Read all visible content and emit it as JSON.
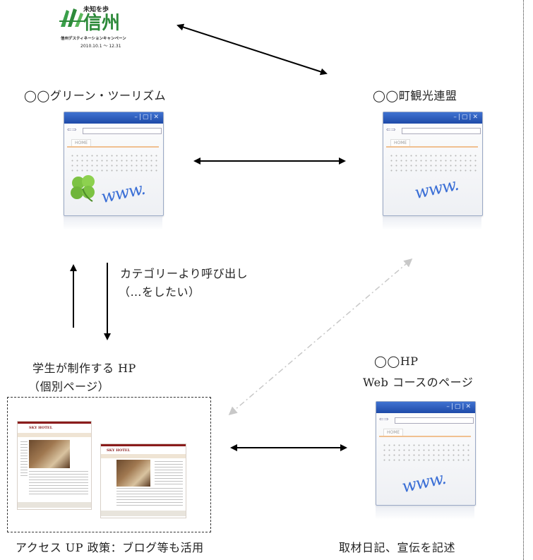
{
  "logo": {
    "top_text": "未知を歩",
    "big_text": "信州",
    "sub_text": "信州デスティネーションキャンペーン",
    "date_text": "2010.10.1 ～ 12.31"
  },
  "nodes": {
    "green_tourism": "◯◯グリーン・ツーリズム",
    "town_tourism": "◯◯町観光連盟",
    "student_hp_line1": "学生が制作する HP",
    "student_hp_line2": "（個別ページ）",
    "org_hp_line1": "◯◯HP",
    "org_hp_line2": "Web コースのページ"
  },
  "labels": {
    "category_line1": "カテゴリーより呼び出し",
    "category_line2": "（…をしたい）",
    "access_up": "アクセス UP 政策：ブログ等も活用",
    "interview_diary": "取材日記、宣伝を記述"
  },
  "browser": {
    "tab_label": "HOME",
    "www_text": "www."
  },
  "hotel_site": {
    "name": "SKY HOTEL"
  },
  "colors": {
    "arrow": "#000000",
    "dashed_arrow": "#b8b8b8",
    "window_title": "#2a57b8",
    "www_text": "#3b6fd6",
    "logo_green": "#2d8a3a"
  }
}
